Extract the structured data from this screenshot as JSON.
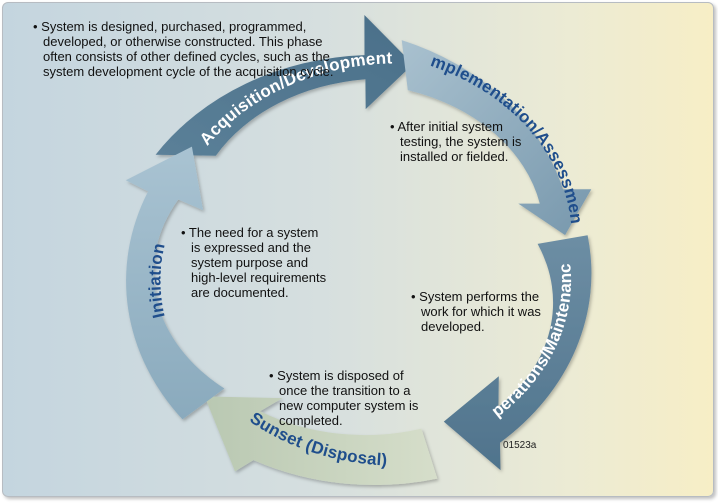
{
  "phases": [
    {
      "key": "acquisition",
      "label": "Acquisition/Development",
      "color": "#4f748d"
    },
    {
      "key": "implementation",
      "label": "Implementation/Assessment",
      "color": "#7b9bb0"
    },
    {
      "key": "operations",
      "label": "Operations/Maintenance",
      "color": "#5c7e95"
    },
    {
      "key": "sunset",
      "label": "Sunset (Disposal)",
      "color": "#c5d2bb"
    },
    {
      "key": "initiation",
      "label": "Initiation",
      "color": "#9ab7c9"
    }
  ],
  "notes": {
    "acquisition": "• System is designed, purchased, programmed, developed, or otherwise constructed. This phase often consists of other defined cycles, such as the system development cycle of the acquisition cycle.",
    "implementation": "• After initial system testing, the system is installed or fielded.",
    "initiation": "• The need for a system is expressed and the system purpose and high-level requirements are documented.",
    "operations": "• System performs the work for which it was developed.",
    "sunset": "• System is disposed of once the transition to a new computer system is completed."
  },
  "figure_id": "01523a",
  "colors": {
    "label_dark_blue": "#1f4e8c",
    "label_white": "#ffffff"
  }
}
